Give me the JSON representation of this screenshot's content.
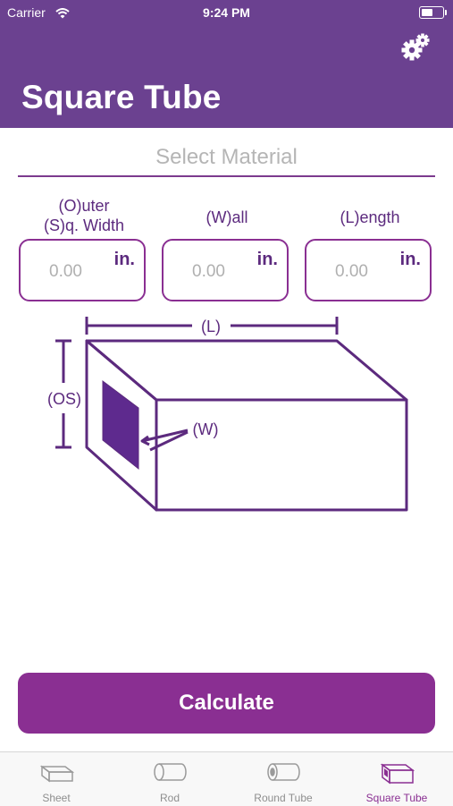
{
  "status_bar": {
    "carrier": "Carrier",
    "time": "9:24 PM"
  },
  "header": {
    "title": "Square Tube",
    "settings_icon": "gear-icon"
  },
  "material": {
    "placeholder": "Select Material"
  },
  "fields": [
    {
      "label_line1": "(O)uter",
      "label_line2": "(S)q. Width",
      "unit": "in.",
      "placeholder": "0.00"
    },
    {
      "label_line1": "(W)all",
      "unit": "in.",
      "placeholder": "0.00"
    },
    {
      "label_line1": "(L)ength",
      "unit": "in.",
      "placeholder": "0.00"
    }
  ],
  "diagram": {
    "length_label": "(L)",
    "outer_label": "(OS)",
    "wall_label": "(W)"
  },
  "actions": {
    "calculate_label": "Calculate"
  },
  "tabs": [
    {
      "label": "Sheet",
      "icon": "sheet-icon",
      "active": false
    },
    {
      "label": "Rod",
      "icon": "rod-icon",
      "active": false
    },
    {
      "label": "Round Tube",
      "icon": "round-tube-icon",
      "active": false
    },
    {
      "label": "Square Tube",
      "icon": "square-tube-icon",
      "active": true
    }
  ],
  "colors": {
    "header": "#6b4190",
    "accent": "#8a2f92",
    "text": "#5c2a7e",
    "placeholder": "#b0b0b0"
  }
}
